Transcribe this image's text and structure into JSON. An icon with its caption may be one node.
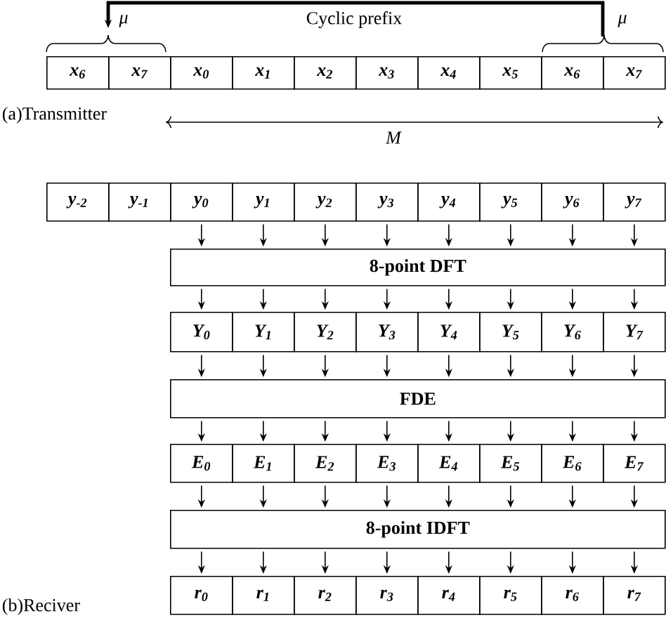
{
  "diagram": {
    "nodes": [
      {
        "text": [
          "x$_{6}$"
        ]
      },
      {
        "text": [
          "x$_{7}$"
        ]
      },
      {
        "text": [
          "x$_{0}$"
        ]
      },
      {
        "text": [
          "x$_{1}$"
        ]
      },
      {
        "text": [
          "x$_{2}$"
        ]
      },
      {
        "text": [
          "x$_{3}$"
        ]
      },
      {
        "text": [
          "x$_{4}$"
        ]
      },
      {
        "text": [
          "x$_{5}$"
        ]
      },
      {
        "text": [
          "x$_{6}$"
        ]
      },
      {
        "text": [
          "x$_{7}$"
        ]
      },
      {
        "text": [
          "y$_{-2}$"
        ]
      },
      {
        "text": [
          "y$_{-1}$"
        ]
      },
      {
        "text": [
          "y$_{0}$"
        ]
      },
      {
        "text": [
          "y$_{1}$"
        ]
      },
      {
        "text": [
          "y$_{2}$"
        ]
      },
      {
        "text": [
          "y$_{3}$"
        ]
      },
      {
        "text": [
          "y$_{4}$"
        ]
      },
      {
        "text": [
          "y$_{5}$"
        ]
      },
      {
        "text": [
          "y$_{6}$"
        ]
      },
      {
        "text": [
          "y$_{7}$"
        ]
      },
      {
        "text": [
          "8-point DFT"
        ]
      },
      {
        "text": [
          "Y$_{0}$"
        ]
      },
      {
        "text": [
          "Y$_{1}$"
        ]
      },
      {
        "text": [
          "Y$_{2}$"
        ]
      },
      {
        "text": [
          "Y$_{3}$"
        ]
      },
      {
        "text": [
          "Y$_{4}$"
        ]
      },
      {
        "text": [
          "Y$_{5}$"
        ]
      },
      {
        "text": [
          "Y$_{6}$"
        ]
      },
      {
        "text": [
          "Y$_{7}$"
        ]
      },
      {
        "text": [
          "FDE"
        ]
      },
      {
        "text": [
          "E$_{0}$"
        ]
      },
      {
        "text": [
          "E$_{1}$"
        ]
      },
      {
        "text": [
          "E$_{2}$"
        ]
      },
      {
        "text": [
          "E$_{3}$"
        ]
      },
      {
        "text": [
          "E$_{4}$"
        ]
      },
      {
        "text": [
          "E$_{5}$"
        ]
      },
      {
        "text": [
          "E$_{6}$"
        ]
      },
      {
        "text": [
          "E$_{7}$"
        ]
      },
      {
        "text": [
          "8-point IDFT"
        ]
      },
      {
        "text": [
          "r$_{0}$"
        ]
      },
      {
        "text": [
          "r$_{1}$"
        ]
      },
      {
        "text": [
          "r$_{2}$"
        ]
      },
      {
        "text": [
          "r$_{3}$"
        ]
      },
      {
        "text": [
          "r$_{4}$"
        ]
      },
      {
        "text": [
          "r$_{5}$"
        ]
      },
      {
        "text": [
          "r$_{6}$"
        ]
      },
      {
        "text": [
          "r$_{7}$"
        ]
      }
    ],
    "edges": [
      {
        "from": 9,
        "to": 1,
        "arrow": "to",
        "style": "thick"
      },
      {
        "from": 12,
        "to": 20,
        "arrow": "to"
      },
      {
        "from": 13,
        "to": 20,
        "arrow": "to"
      },
      {
        "from": 14,
        "to": 20,
        "arrow": "to"
      },
      {
        "from": 15,
        "to": 20,
        "arrow": "to"
      },
      {
        "from": 16,
        "to": 20,
        "arrow": "to"
      },
      {
        "from": 17,
        "to": 20,
        "arrow": "to"
      },
      {
        "from": 18,
        "to": 20,
        "arrow": "to"
      },
      {
        "from": 19,
        "to": 20,
        "arrow": "to"
      },
      {
        "from": 20,
        "to": 21,
        "arrow": "to"
      },
      {
        "from": 20,
        "to": 22,
        "arrow": "to"
      },
      {
        "from": 20,
        "to": 23,
        "arrow": "to"
      },
      {
        "from": 20,
        "to": 24,
        "arrow": "to"
      },
      {
        "from": 20,
        "to": 25,
        "arrow": "to"
      },
      {
        "from": 20,
        "to": 26,
        "arrow": "to"
      },
      {
        "from": 20,
        "to": 27,
        "arrow": "to"
      },
      {
        "from": 20,
        "to": 28,
        "arrow": "to"
      },
      {
        "from": 21,
        "to": 29,
        "arrow": "to"
      },
      {
        "from": 22,
        "to": 29,
        "arrow": "to"
      },
      {
        "from": 23,
        "to": 29,
        "arrow": "to"
      },
      {
        "from": 24,
        "to": 29,
        "arrow": "to"
      },
      {
        "from": 25,
        "to": 29,
        "arrow": "to"
      },
      {
        "from": 26,
        "to": 29,
        "arrow": "to"
      },
      {
        "from": 27,
        "to": 29,
        "arrow": "to"
      },
      {
        "from": 28,
        "to": 29,
        "arrow": "to"
      },
      {
        "from": 29,
        "to": 30,
        "arrow": "to"
      },
      {
        "from": 29,
        "to": 31,
        "arrow": "to"
      },
      {
        "from": 29,
        "to": 32,
        "arrow": "to"
      },
      {
        "from": 29,
        "to": 33,
        "arrow": "to"
      },
      {
        "from": 29,
        "to": 34,
        "arrow": "to"
      },
      {
        "from": 29,
        "to": 35,
        "arrow": "to"
      },
      {
        "from": 29,
        "to": 36,
        "arrow": "to"
      },
      {
        "from": 29,
        "to": 37,
        "arrow": "to"
      },
      {
        "from": 30,
        "to": 38,
        "arrow": "to"
      },
      {
        "from": 31,
        "to": 38,
        "arrow": "to"
      },
      {
        "from": 32,
        "to": 38,
        "arrow": "to"
      },
      {
        "from": 33,
        "to": 38,
        "arrow": "to"
      },
      {
        "from": 34,
        "to": 38,
        "arrow": "to"
      },
      {
        "from": 35,
        "to": 38,
        "arrow": "to"
      },
      {
        "from": 36,
        "to": 38,
        "arrow": "to"
      },
      {
        "from": 37,
        "to": 38,
        "arrow": "to"
      },
      {
        "from": 38,
        "to": 39,
        "arrow": "to"
      },
      {
        "from": 38,
        "to": 40,
        "arrow": "to"
      },
      {
        "from": 38,
        "to": 41,
        "arrow": "to"
      },
      {
        "from": 38,
        "to": 42,
        "arrow": "to"
      },
      {
        "from": 38,
        "to": 43,
        "arrow": "to"
      },
      {
        "from": 38,
        "to": 44,
        "arrow": "to"
      },
      {
        "from": 38,
        "to": 45,
        "arrow": "to"
      },
      {
        "from": 38,
        "to": 46,
        "arrow": "to"
      }
    ],
    "labels": [
      "μ",
      "Cyclic prefix",
      "μ",
      "(a)Transmitter",
      "M",
      "(b)Reciver"
    ]
  }
}
